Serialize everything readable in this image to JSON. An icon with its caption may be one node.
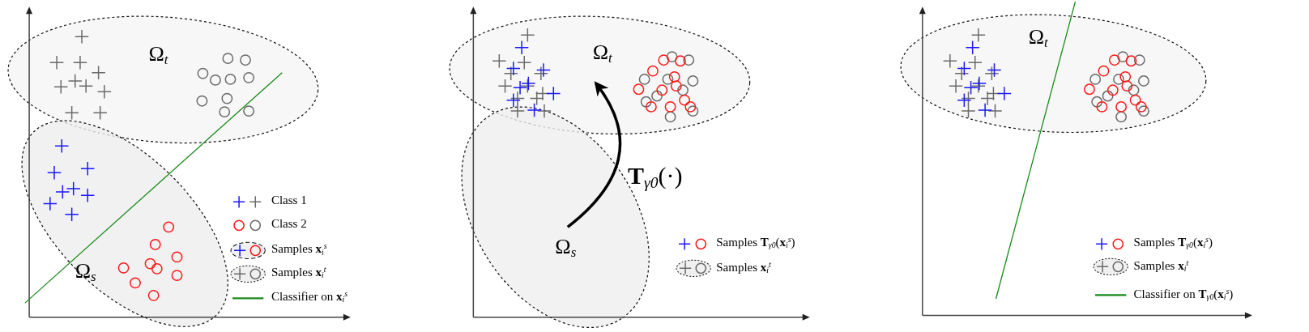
{
  "diagram": {
    "nodes": [
      {
        "text": [
          "Ω$_{t}$"
        ]
      },
      {
        "text": [
          "Ω$_{s}$"
        ]
      },
      {
        "text": [
          "Ω$_{t}$"
        ]
      },
      {
        "text": [
          "Ω$_{s}$"
        ]
      },
      {
        "text": [
          "Ω$_{t}$"
        ]
      }
    ],
    "edges": [
      {
        "from": 3,
        "to": 2,
        "arrow": "to",
        "label": "**T**$_{γ0}$(·)"
      }
    ],
    "legend": [
      {
        "text": "Class 1"
      },
      {
        "text": "Class 2"
      },
      {
        "text": "Samples **x**$_{i}$$^{s}$"
      },
      {
        "text": "Samples **x**$_{i}$$^{t}$"
      },
      {
        "text": "Classifier on **x**$_{i}$$^{s}$"
      },
      {
        "text": "Samples **T**$_{γ0}$(**x**$_{i}$$^{s}$)"
      },
      {
        "text": "Samples **x**$_{i}$$^{t}$"
      },
      {
        "text": "Samples **T**$_{γ0}$(**x**$_{i}$$^{s}$)"
      },
      {
        "text": "Samples **x**$_{i}$$^{t}$"
      },
      {
        "text": "Classifier on **T**$_{γ0}$(**x**$_{i}$$^{s}$)"
      }
    ]
  }
}
